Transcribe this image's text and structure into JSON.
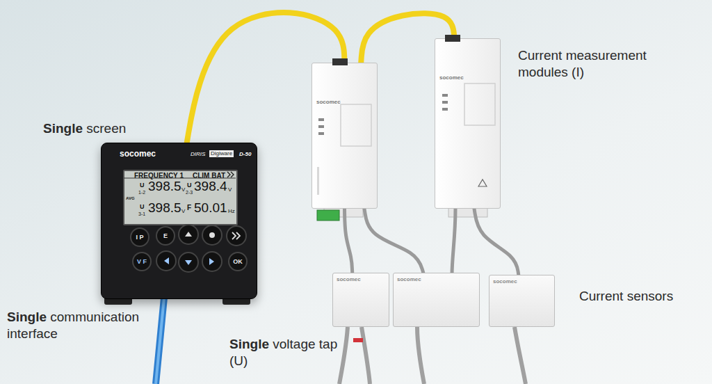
{
  "diagram": {
    "nodes": [
      {
        "text": [
          "socomec",
          "DIRIS",
          "Digiware",
          "D-50"
        ]
      },
      {
        "text": [
          "FREQUENCY 1",
          "CLIM BAT",
          "AVG",
          "U",
          "1-2",
          "398.5",
          "V",
          "U",
          "2-3",
          "398.4",
          "V",
          "U",
          "3-1",
          "398.5",
          "V",
          "F",
          "50.01",
          "Hz"
        ],
        "in": 0
      },
      {
        "text": [
          "I P"
        ],
        "in": 0
      },
      {
        "text": [
          "E"
        ],
        "in": 0
      },
      {
        "text": [
          "V F"
        ],
        "in": 0
      },
      {
        "text": [
          "OK"
        ],
        "in": 0
      },
      {
        "text": [
          "socomec"
        ]
      },
      {
        "text": [
          "socomec"
        ]
      },
      {
        "text": [
          "socomec"
        ]
      },
      {
        "text": [
          "socomec"
        ]
      },
      {
        "text": [
          "socomec"
        ]
      }
    ],
    "edges": [
      {
        "from": 0,
        "to": 6,
        "arrow": "none"
      },
      {
        "from": 6,
        "to": 7,
        "arrow": "none"
      },
      {
        "from": 6,
        "to": 8,
        "arrow": "none"
      },
      {
        "from": 6,
        "to": 9,
        "arrow": "none"
      },
      {
        "from": 7,
        "to": 10,
        "arrow": "none"
      }
    ],
    "labels": [
      "Single",
      "screen",
      "Current measurement modules (I)",
      "Current sensors",
      "Single",
      "communication interface",
      "Single",
      "voltage tap (U)"
    ]
  }
}
